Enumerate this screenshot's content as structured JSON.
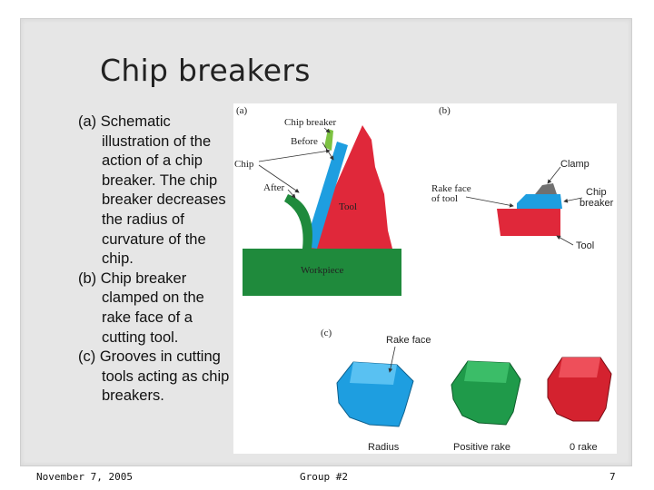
{
  "slide": {
    "title": "Chip breakers",
    "paragraphs": [
      "(a) Schematic illustration of the action of a chip breaker. The chip breaker decreases the radius of curvature of the chip.",
      "(b) Chip breaker clamped on the rake face of a cutting tool.",
      "(c) Grooves in cutting tools acting as chip breakers."
    ]
  },
  "figure": {
    "panel_a": {
      "label": "(a)",
      "chip_breaker": "Chip breaker",
      "before": "Before",
      "chip": "Chip",
      "after": "After",
      "tool": "Tool",
      "workpiece": "Workpiece"
    },
    "panel_b": {
      "label": "(b)",
      "clamp": "Clamp",
      "rake_face_line1": "Rake face",
      "rake_face_line2": "of tool",
      "chip_breaker_line1": "Chip",
      "chip_breaker_line2": "breaker",
      "tool": "Tool"
    },
    "panel_c": {
      "label": "(c)",
      "rake_face": "Rake face",
      "radius": "Radius",
      "positive_rake": "Positive rake",
      "zero_rake": "0 rake"
    },
    "colors": {
      "tool_red": "#e0283a",
      "chip_blue": "#1e9ee0",
      "workpiece_green": "#1f8a3c",
      "chip_breaker_green": "#7dc242",
      "clamp_gray": "#707070"
    }
  },
  "footer": {
    "date": "November 7, 2005",
    "group": "Group #2",
    "page": "7"
  }
}
